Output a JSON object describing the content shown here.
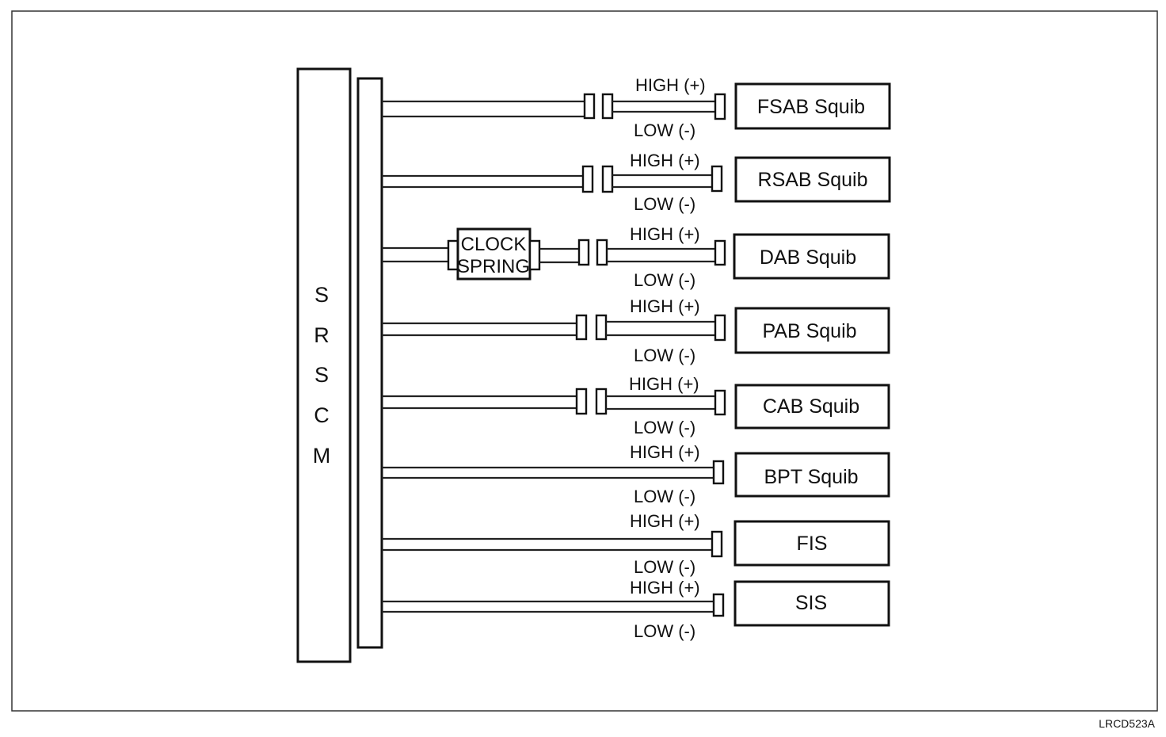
{
  "module": {
    "letters": [
      "S",
      "R",
      "S",
      "C",
      "M"
    ]
  },
  "clock_spring": {
    "line1": "CLOCK",
    "line2": "SPRING"
  },
  "channels": [
    {
      "name": "FSAB Squib",
      "high": "HIGH (+)",
      "low": "LOW (-)"
    },
    {
      "name": "RSAB Squib",
      "high": "HIGH (+)",
      "low": "LOW (-)"
    },
    {
      "name": "DAB Squib",
      "high": "HIGH (+)",
      "low": "LOW (-)"
    },
    {
      "name": "PAB Squib",
      "high": "HIGH (+)",
      "low": "LOW (-)"
    },
    {
      "name": "CAB Squib",
      "high": "HIGH (+)",
      "low": "LOW (-)"
    },
    {
      "name": "BPT Squib",
      "high": "HIGH (+)",
      "low": "LOW (-)"
    },
    {
      "name": "FIS",
      "high": "HIGH (+)",
      "low": "LOW (-)"
    },
    {
      "name": "SIS",
      "high": "HIGH (+)",
      "low": "LOW (-)"
    }
  ],
  "figure_code": "LRCD523A"
}
